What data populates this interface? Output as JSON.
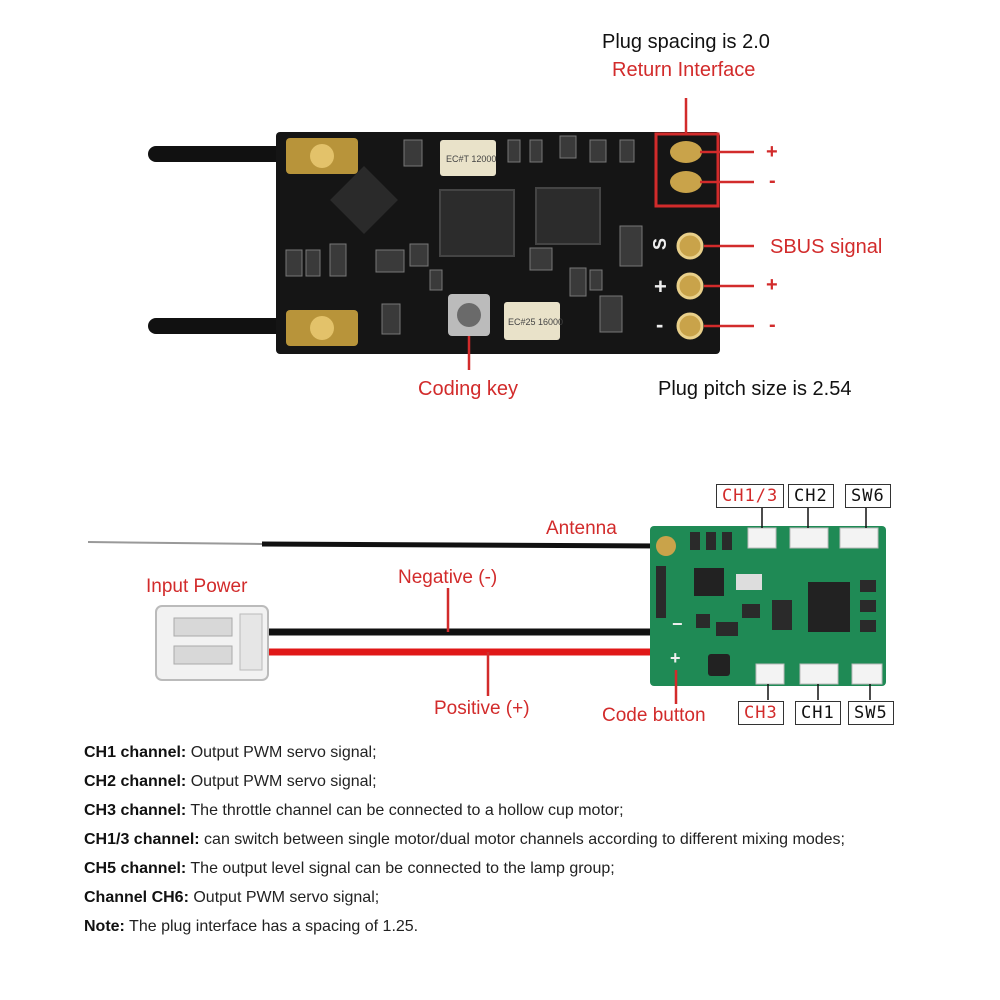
{
  "top_diagram": {
    "labels": {
      "plug_spacing": "Plug spacing is 2.0",
      "return_interface": "Return Interface",
      "plus_1": "+",
      "minus_1": "-",
      "sbus_signal": "SBUS signal",
      "plus_2": "+",
      "minus_2": "-",
      "coding_key": "Coding key",
      "plug_pitch": "Plug pitch size is 2.54"
    },
    "board_silk": {
      "s": "S",
      "plus": "+",
      "minus": "-",
      "crystal_1": "EC#T 12000",
      "crystal_2": "EC#25 16000"
    }
  },
  "bottom_diagram": {
    "labels": {
      "antenna": "Antenna",
      "input_power": "Input Power",
      "negative": "Negative (-)",
      "positive": "Positive (+)",
      "code_button": "Code button"
    },
    "port_tags": {
      "ch13": "CH1/3",
      "ch2": "CH2",
      "sw6": "SW6",
      "ch3": "CH3",
      "ch1": "CH1",
      "sw5": "SW5"
    }
  },
  "notes": [
    {
      "key": "CH1 channel:",
      "text": " Output PWM servo signal;"
    },
    {
      "key": "CH2 channel:",
      "text": " Output PWM servo signal;"
    },
    {
      "key": "CH3 channel:",
      "text": " The throttle channel can be connected to a hollow cup motor;"
    },
    {
      "key": "CH1/3 channel:",
      "text": " can switch between single motor/dual motor channels according to different mixing modes;"
    },
    {
      "key": "CH5 channel:",
      "text": " The output level signal can be connected to the lamp group;"
    },
    {
      "key": "Channel CH6:",
      "text": " Output PWM servo signal;"
    },
    {
      "key": "Note:",
      "text": " The plug interface has a spacing of 1.25."
    }
  ],
  "colors": {
    "accent_red": "#d22b2b",
    "pcb_black": "#151515",
    "pcb_green": "#1f8a55"
  }
}
